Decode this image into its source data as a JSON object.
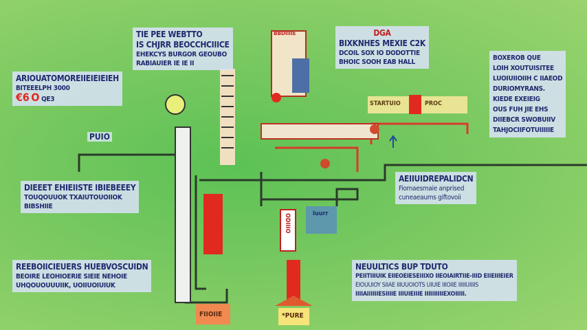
{
  "blocks": {
    "top_center": [
      "TIE PEE WEBTTO",
      "IS  CHJRR BEOCCHCIIICE",
      "EHEKCYS BURGOR GEOUBO",
      "RABIAUIER  IE  IE  II"
    ],
    "top_left": [
      "ARIOUATOMOREIIEIEIEIEH",
      "BITEEELPH  3000",
      "QE3"
    ],
    "top_left_icons": [
      "€6",
      "O"
    ],
    "top_right": [
      "DGA",
      "BIXKNHES MEXIE C2K",
      "DCOIL SOX IO DODOTTIE",
      "BHOIC SOOH EAB HALL"
    ],
    "right": [
      "BOXEROB QUE",
      "LOIH XOUTUISITEE",
      "LUOIUIIOIIH C IIAEOD",
      "DURIOMYRANS.",
      "KIEDE EXEIEIG",
      "OUS FUH JIE EHS",
      "DIIEBCR SWOBUIIV",
      "TAHJOCIIFOTUIIIIIE"
    ],
    "mid_left": [
      "DIEEET  EHIEIISTE IBIEBEEEY",
      "TOUQOUUOK     TXAIUTOUOIIOK",
      "BIBSHIIE"
    ],
    "bottom_left": [
      "REEBOIICIEUERS HUEBVOSCUIDN",
      "BEOIRE LEOHIOERIE SIEIE NEHOIE",
      "UHQOUOUUUIIK,  UOIIUOIUIUK"
    ],
    "mid_right": [
      "AEIIUIDREPALIDCN",
      "Fiomaesmaie anprised",
      "cuneaeaums giftovoii"
    ],
    "bottom_right": [
      "NEUULTICS  BUP TDUTO",
      "PEIITIIIUIK EIIEOEIESEIIIXO IIEOIAIRTIIE-IIID EIIEIIIEIER",
      "EIOUUIOY  SIIAE  IIIUUOIOTS  UIUIE  IIIOIIE  IIIIIUIIIIS",
      "IIIIAIIIIIIESIIIIE IIIUIEIIIE IIIIIIIIIIEXOIIIII."
    ]
  },
  "labels": {
    "pump": "PUIO",
    "startup": "STARTUIO",
    "proc": "PROC",
    "bottom_box": "FIIOIIE",
    "pure": "*PURE",
    "vertical_red": "ODIIIO",
    "blue_tank": "Iuurr",
    "top_red": "BBDIIIIE"
  },
  "colors": {
    "background": "#78c860",
    "text": "#1f2a6e",
    "red": "#e02a20",
    "pipe": "#2a3a2a"
  }
}
